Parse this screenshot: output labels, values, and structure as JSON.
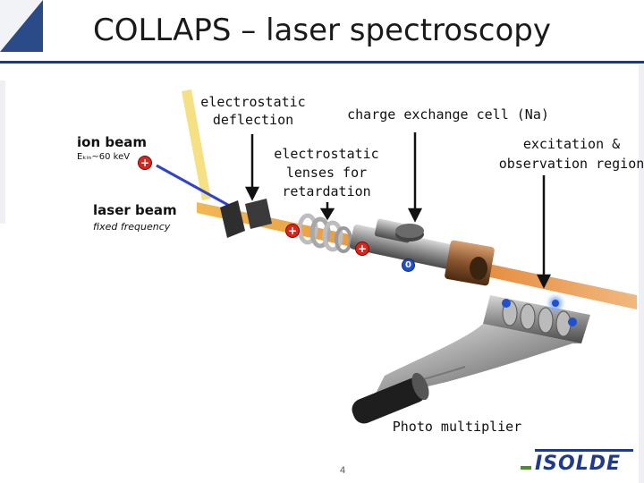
{
  "slide": {
    "title": "COLLAPS – laser spectroscopy",
    "page_number": "4"
  },
  "labels": {
    "electrostatic_deflection": "electrostatic\ndeflection",
    "charge_exchange_cell": "charge exchange cell (Na)",
    "excitation_region": "excitation &\nobservation region",
    "lenses": "electrostatic\nlenses for\nretardation",
    "ion_beam": "ion beam",
    "ion_energy": "Eₖᵢₙ~60 keV",
    "laser_beam": "laser beam",
    "fixed_frequency": "fixed frequency",
    "photo_multiplier": "Photo multiplier"
  },
  "markers": {
    "plus": "+",
    "zero": "0"
  },
  "logo": {
    "text": "ISOLDE"
  },
  "colors": {
    "title_rule": "#1f3a6b",
    "ion_plus": "#d8261c",
    "neutral_blue": "#2050d0",
    "logo_blue": "#1f3a8a",
    "logo_green": "#4a8f2a"
  }
}
